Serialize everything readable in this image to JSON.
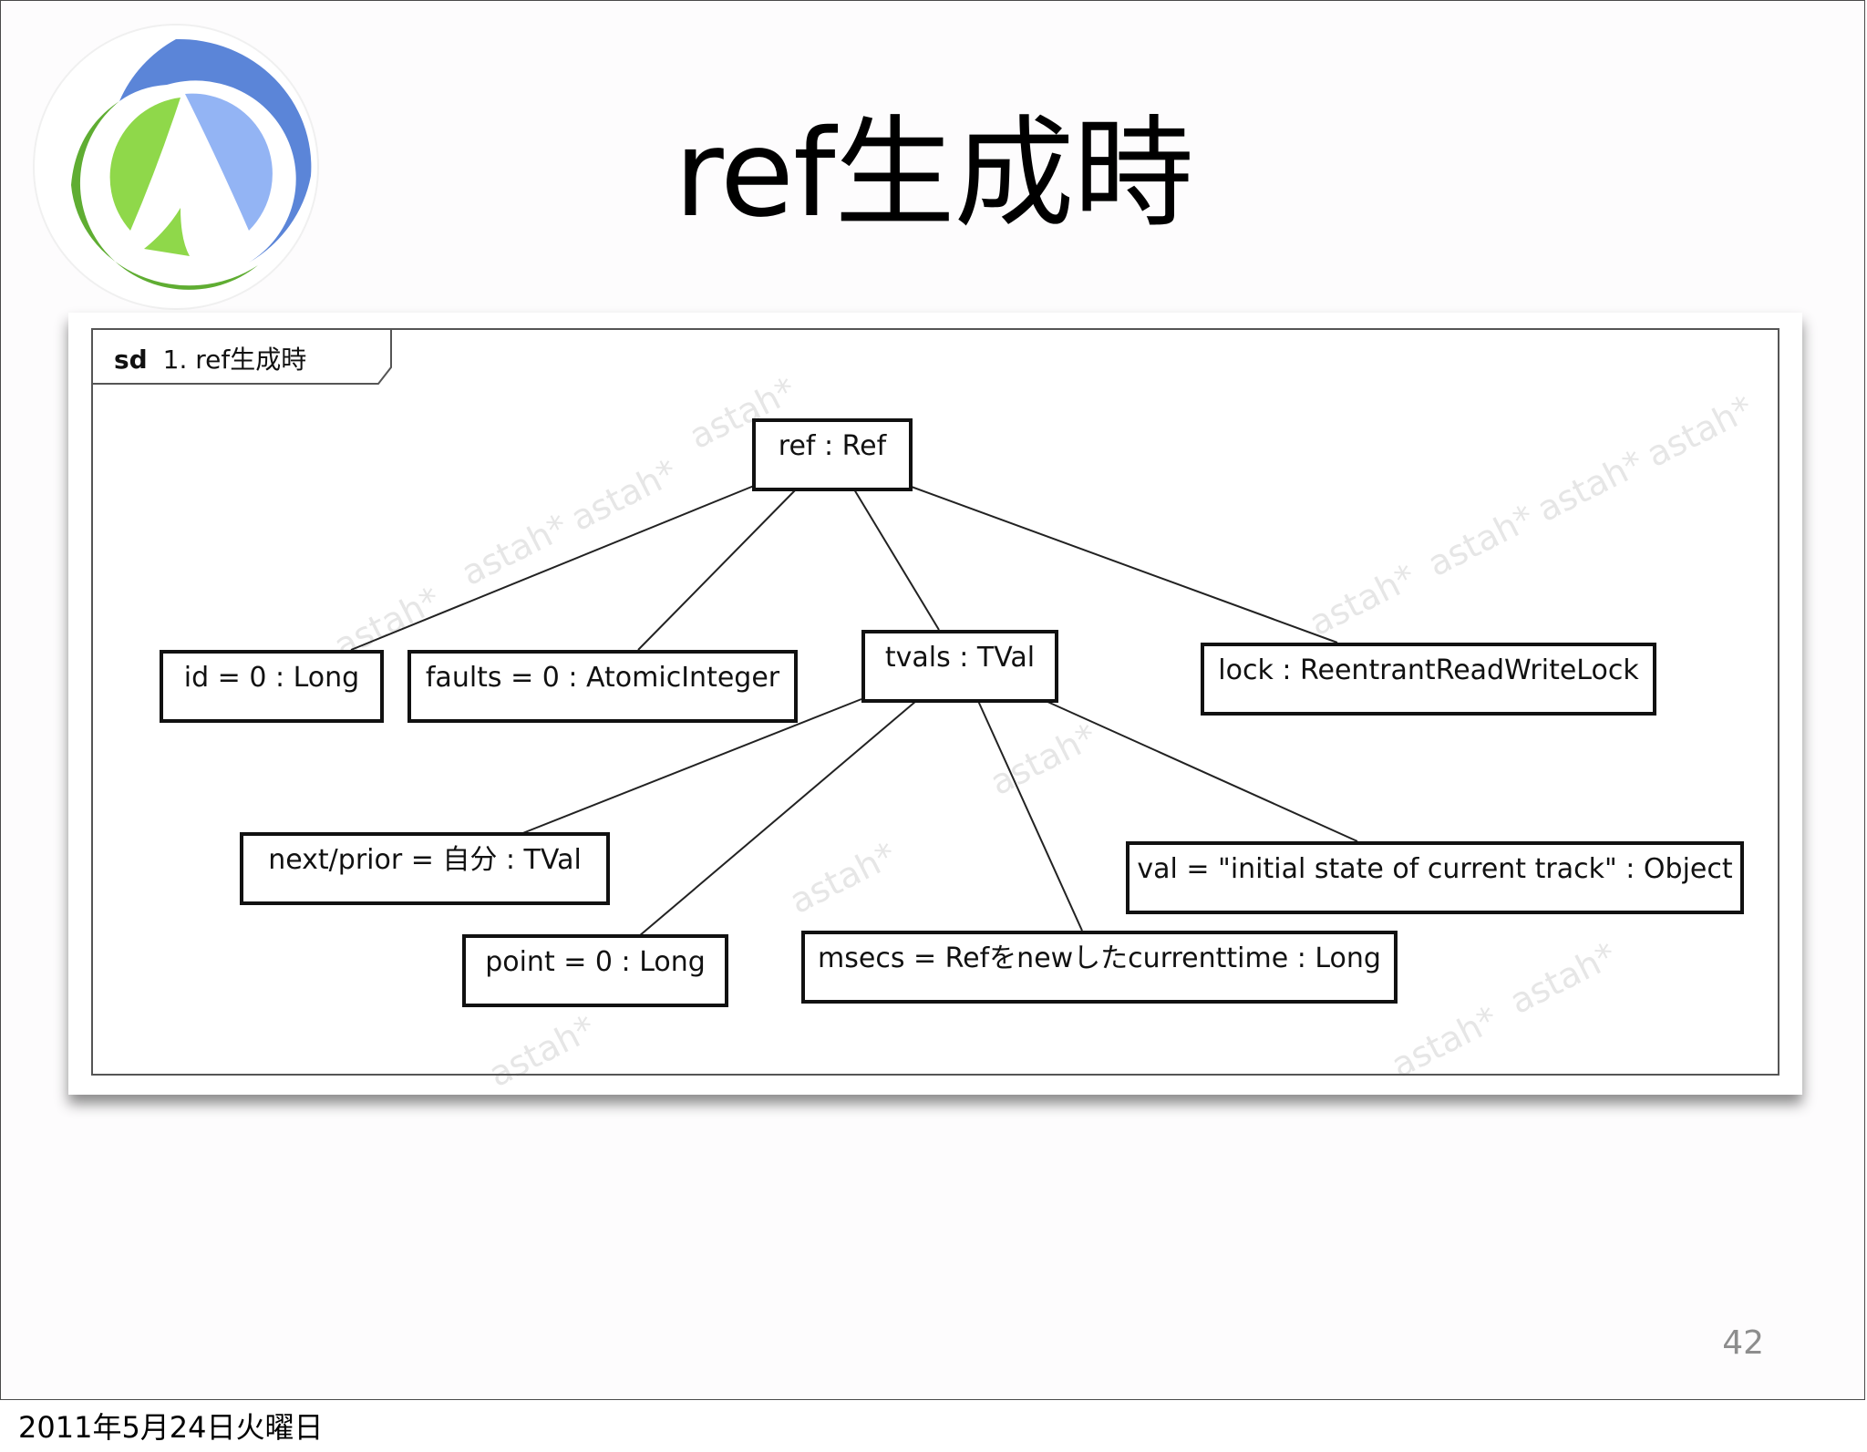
{
  "slide": {
    "title": "ref生成時",
    "page_number": "42"
  },
  "footer": {
    "date": "2011年5月24日火曜日"
  },
  "diagram": {
    "frame_keyword": "sd",
    "frame_name": "1. ref生成時",
    "watermark": "astah*",
    "nodes": {
      "ref": "ref : Ref",
      "id": "id = 0 : Long",
      "faults": "faults = 0 : AtomicInteger",
      "tvals": "tvals : TVal",
      "lock": "lock : ReentrantReadWriteLock",
      "next_prior": "next/prior = 自分 : TVal",
      "val": "val = \"initial state of current track\" : Object",
      "point": "point = 0 : Long",
      "msecs": "msecs = Refをnewしたcurrenttime : Long"
    }
  },
  "colors": {
    "logo_blue": "#5b85d8",
    "logo_light_blue": "#93b4f4",
    "logo_green": "#5fad32",
    "logo_light_green": "#8fd84a"
  }
}
